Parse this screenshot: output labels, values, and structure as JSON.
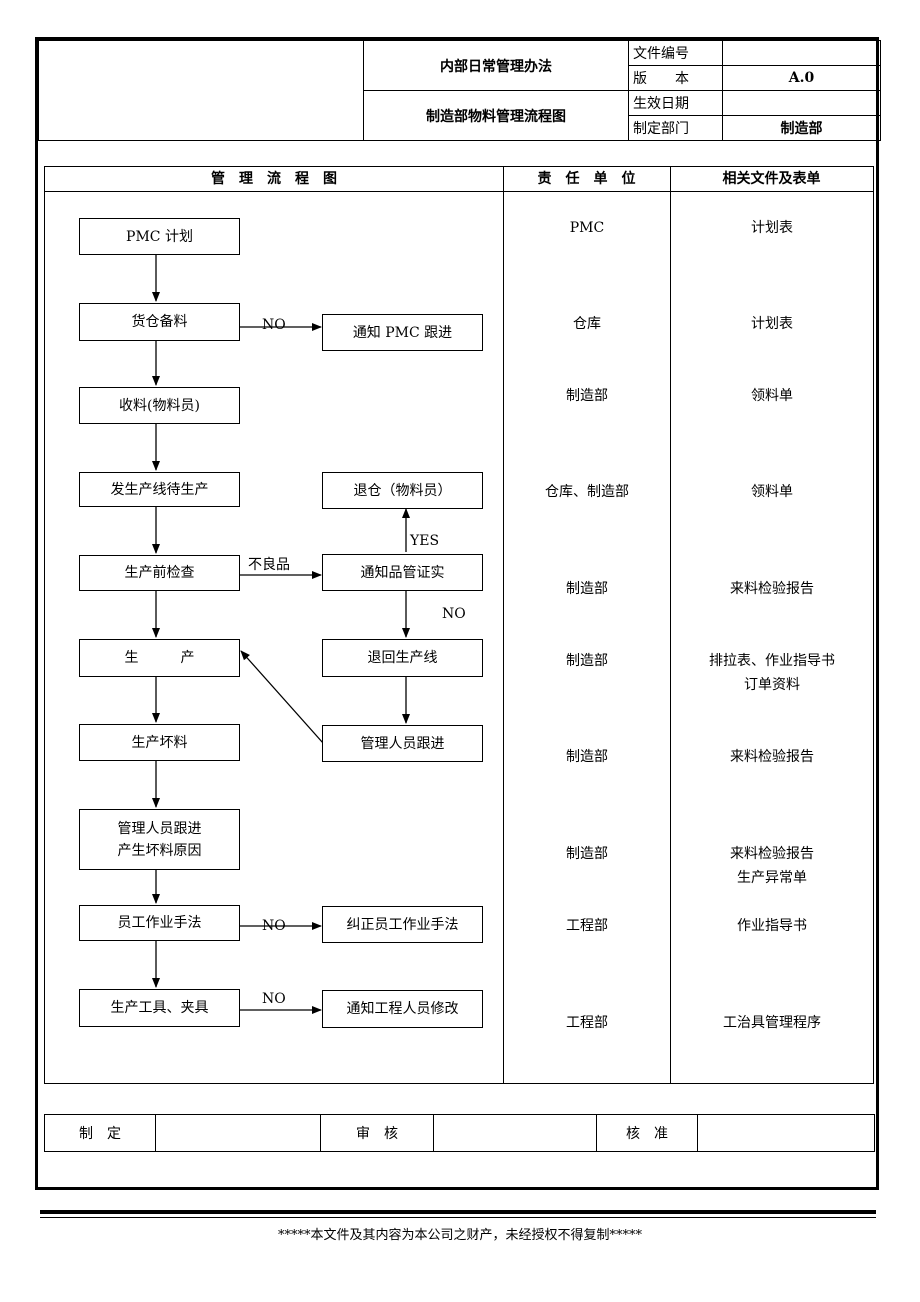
{
  "header": {
    "title": "内部日常管理办法",
    "subtitle": "制造部物料管理流程图",
    "fields": [
      {
        "label": "文件编号",
        "value": ""
      },
      {
        "label": "版　　本",
        "value": "A.0"
      },
      {
        "label": "生效日期",
        "value": ""
      },
      {
        "label": "制定部门",
        "value": "制造部"
      }
    ]
  },
  "columns": {
    "flow": "管　理　流　程　图",
    "unit": "责　任　单　位",
    "docs": "相关文件及表单"
  },
  "flow": {
    "n1": "PMC 计划",
    "n2": "货仓备料",
    "n3": "收料(物料员)",
    "n4": "发生产线待生产",
    "n5": "生产前检查",
    "n6": "生　　　产",
    "n7": "生产坏料",
    "n8": "管理人员跟进\n产生坏料原因",
    "n9": "员工作业手法",
    "n10": "生产工具、夹具",
    "r2": "通知 PMC 跟进",
    "r4": "退仓（物料员）",
    "r5": "通知品管证实",
    "r6": "退回生产线",
    "r7": "管理人员跟进",
    "r9": "纠正员工作业手法",
    "r10": "通知工程人员修改",
    "lbl_no1": "NO",
    "lbl_yes": "YES",
    "lbl_bad": "不良品",
    "lbl_no2": "NO",
    "lbl_no3": "NO",
    "lbl_no4": "NO"
  },
  "rows": [
    {
      "unit": "PMC",
      "docs": "计划表"
    },
    {
      "unit": "仓库",
      "docs": "计划表"
    },
    {
      "unit": "制造部",
      "docs": "领料单"
    },
    {
      "unit": "仓库、制造部",
      "docs": "领料单"
    },
    {
      "unit": "制造部",
      "docs": "来料检验报告"
    },
    {
      "unit": "制造部",
      "docs": "排拉表、作业指导书\n订单资料"
    },
    {
      "unit": "制造部",
      "docs": "来料检验报告"
    },
    {
      "unit": "制造部",
      "docs": "来料检验报告\n生产异常单"
    },
    {
      "unit": "工程部",
      "docs": "作业指导书"
    },
    {
      "unit": "工程部",
      "docs": "工治具管理程序"
    }
  ],
  "signoff": {
    "make": "制　定",
    "review": "审　核",
    "approve": "核　准"
  },
  "footer": "*****本文件及其内容为本公司之财产，未经授权不得复制*****"
}
